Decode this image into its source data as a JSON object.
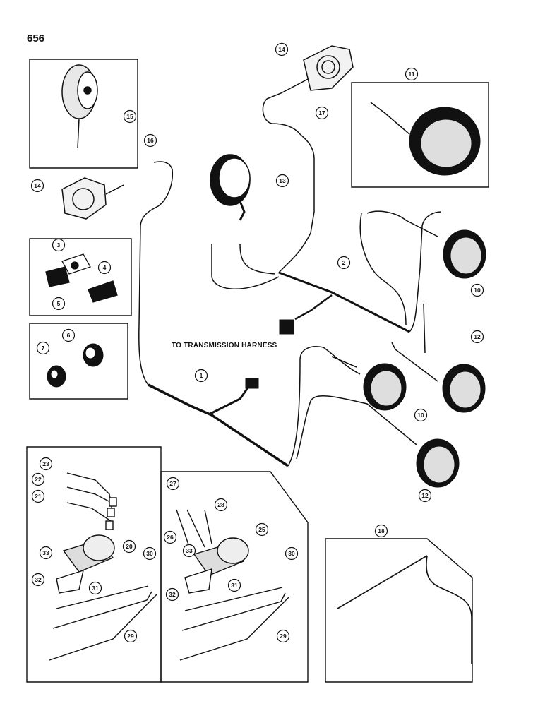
{
  "page_number": "656",
  "caption": "TO TRANSMISSION HARNESS",
  "callouts": [
    "1",
    "2",
    "3",
    "4",
    "5",
    "6",
    "7",
    "10",
    "10",
    "11",
    "12",
    "12",
    "13",
    "14",
    "14",
    "15",
    "16",
    "17",
    "18",
    "20",
    "21",
    "22",
    "23",
    "25",
    "26",
    "27",
    "28",
    "29",
    "29",
    "30",
    "30",
    "31",
    "31",
    "32",
    "32",
    "33",
    "33"
  ]
}
